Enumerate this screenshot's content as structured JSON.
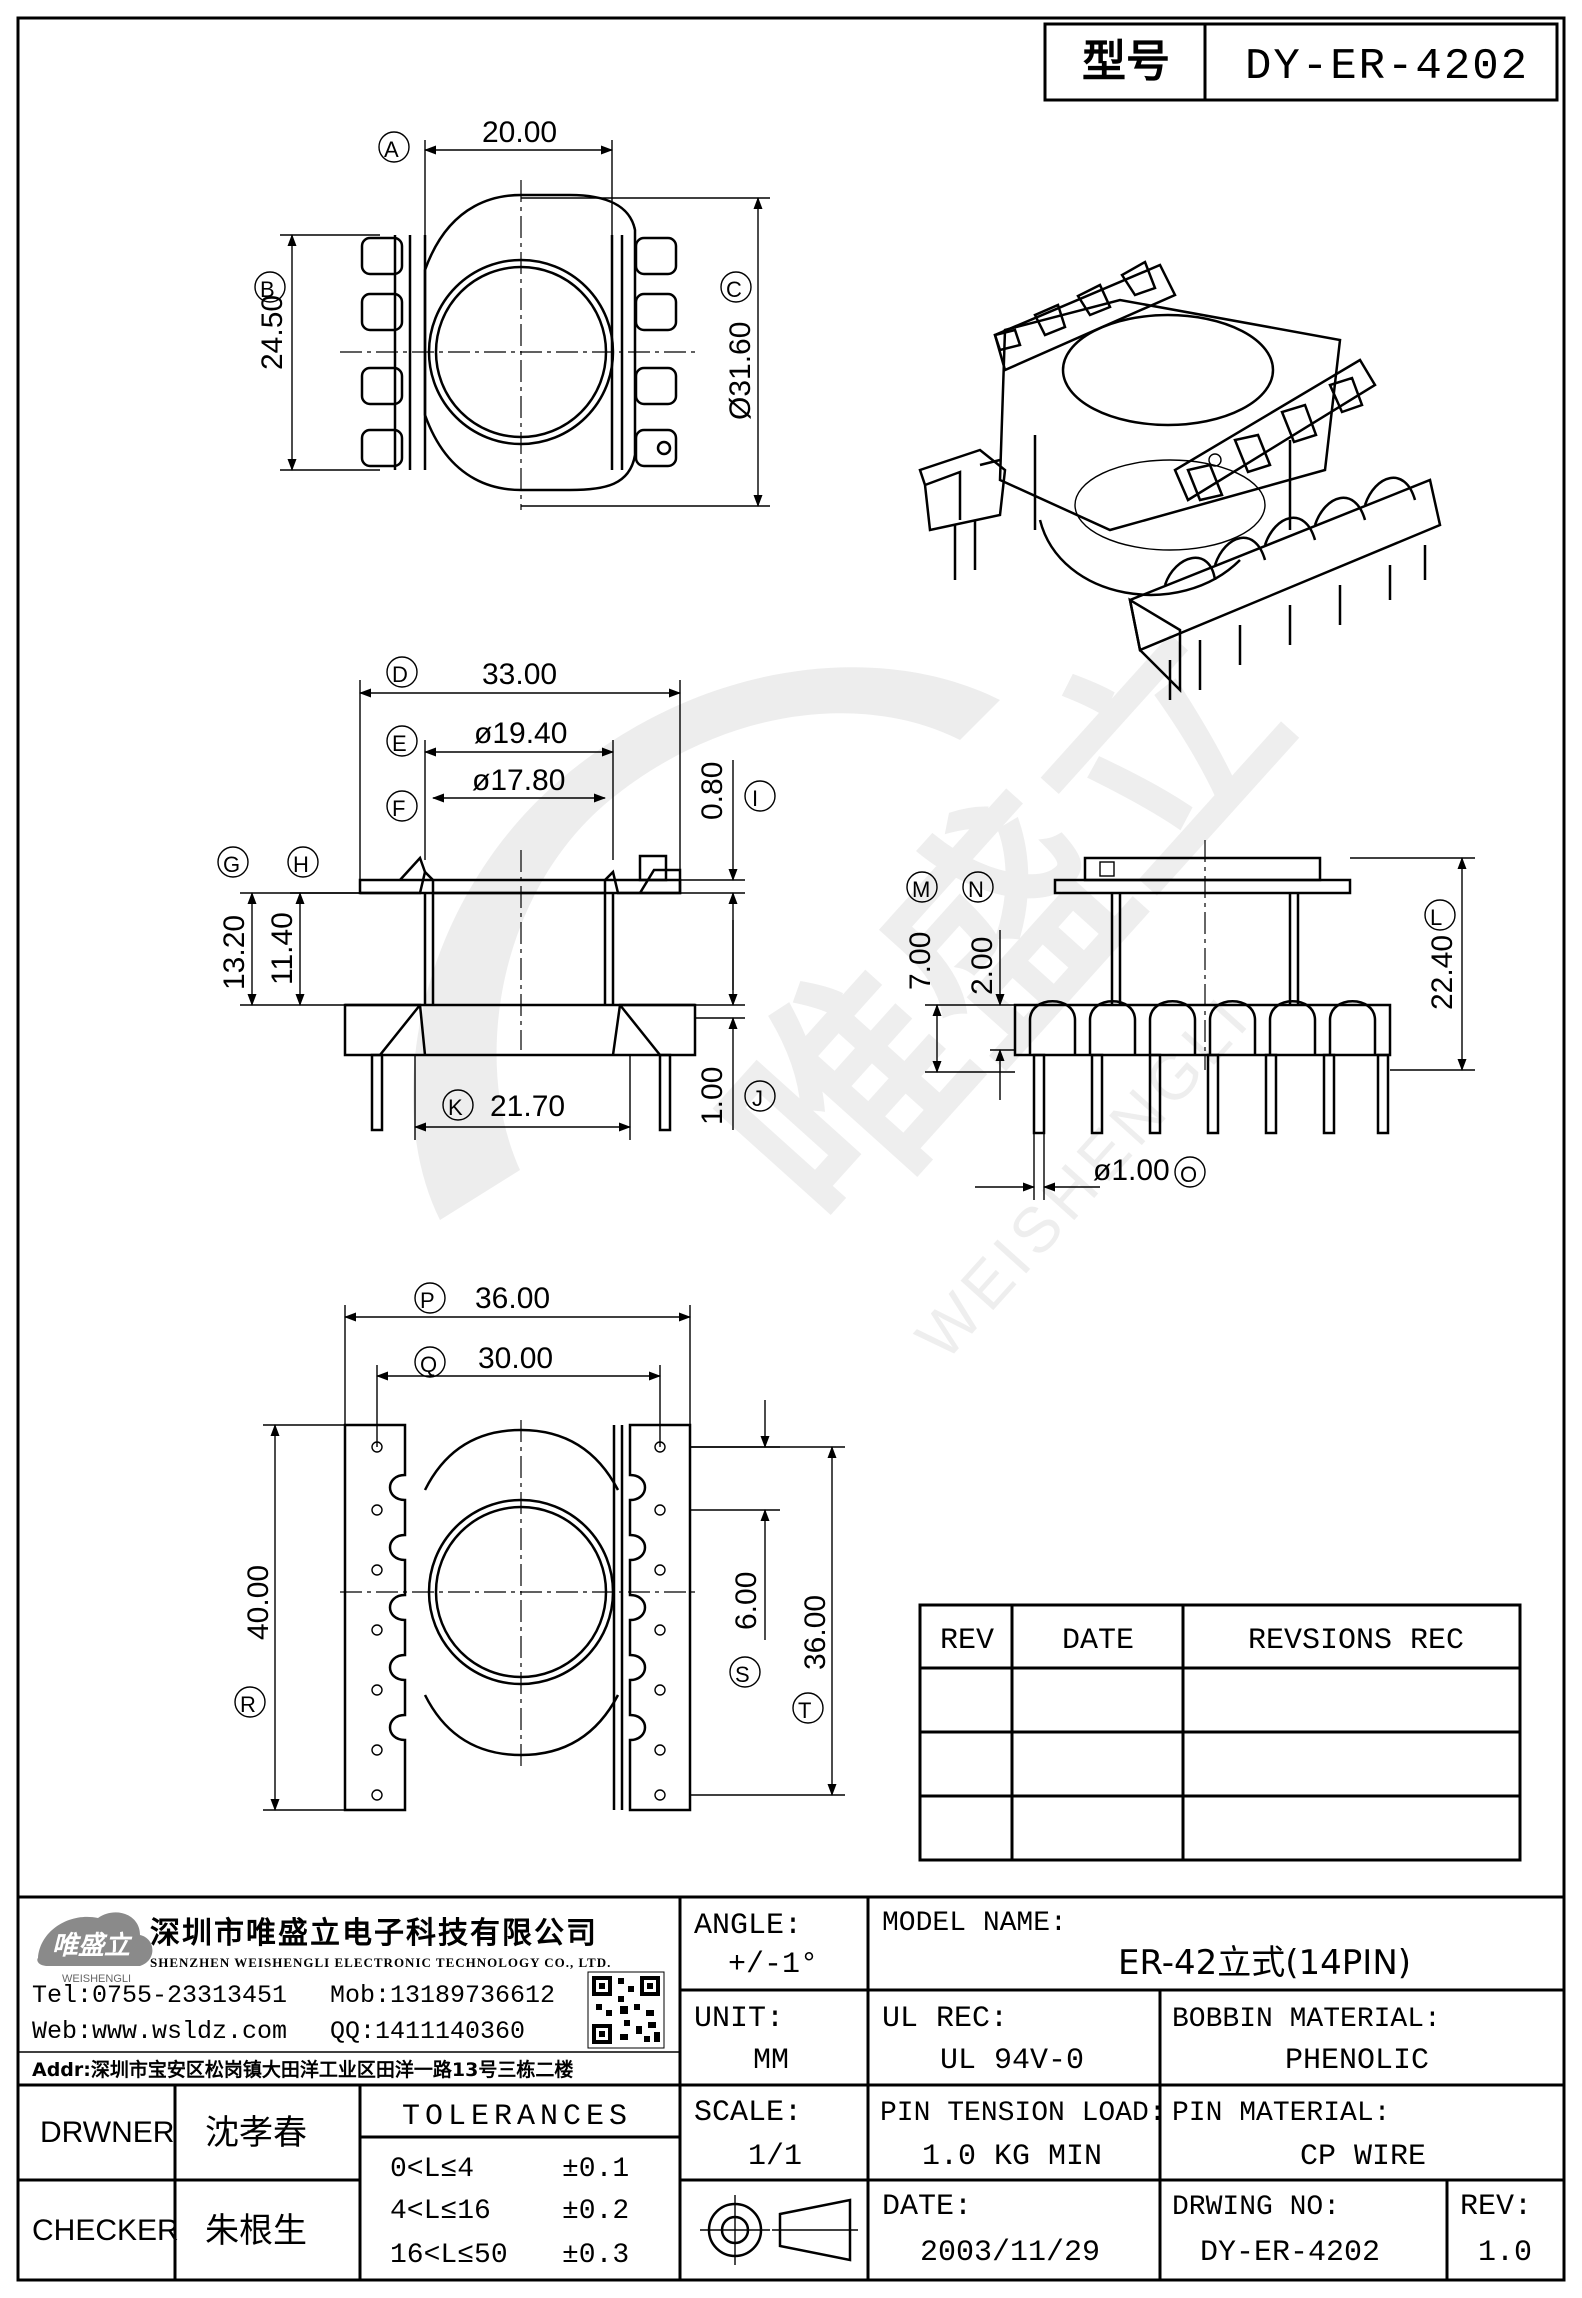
{
  "header": {
    "type_label": "型号",
    "model_code": "DY-ER-4202"
  },
  "dimensions": {
    "A": "20.00",
    "B": "24.50",
    "C": "Ø31.60",
    "D": "33.00",
    "E": "ø19.40",
    "F": "ø17.80",
    "G": "13.20",
    "H": "11.40",
    "I": "0.80",
    "J": "1.00",
    "K": "21.70",
    "L": "22.40",
    "M": "7.00",
    "N": "2.00",
    "O": "ø1.00",
    "P": "36.00",
    "Q": "30.00",
    "R": "40.00",
    "S": "6.00",
    "T": "36.00"
  },
  "dimension_letters": [
    "A",
    "B",
    "C",
    "D",
    "E",
    "F",
    "G",
    "H",
    "I",
    "J",
    "K",
    "L",
    "M",
    "N",
    "O",
    "P",
    "Q",
    "R",
    "S",
    "T"
  ],
  "watermark": {
    "cn": "唯盛立",
    "en": "WEISHENGLI"
  },
  "revisions": {
    "headers": [
      "REV",
      "DATE",
      "REVSIONS REC"
    ],
    "rows": [
      [
        "",
        "",
        ""
      ],
      [
        "",
        "",
        ""
      ],
      [
        "",
        "",
        ""
      ]
    ]
  },
  "company": {
    "logo_text": "唯盛立",
    "logo_sub": "WEISHENGLI",
    "name_cn": "深圳市唯盛立电子科技有限公司",
    "name_en": "SHENZHEN WEISHENGLI ELECTRONIC TECHNOLOGY CO., LTD.",
    "tel": "Tel:0755-23313451",
    "mob": "Mob:13189736612",
    "web": "Web:www.wsldz.com",
    "qq": "QQ:1411140360",
    "addr": "Addr:深圳市宝安区松岗镇大田洋工业区田洋一路13号三栋二楼"
  },
  "title_block": {
    "angle_label": "ANGLE:",
    "angle_value": "+/-1°",
    "model_name_label": "MODEL NAME:",
    "model_name_value": "ER-42立式(14PIN)",
    "unit_label": "UNIT:",
    "unit_value": "MM",
    "ul_rec_label": "UL REC:",
    "ul_rec_value": "UL 94V-0",
    "bobbin_material_label": "BOBBIN MATERIAL:",
    "bobbin_material_value": "PHENOLIC",
    "scale_label": "SCALE:",
    "scale_value": "1/1",
    "pin_tension_label": "PIN TENSION LOAD:",
    "pin_tension_value": "1.0 KG MIN",
    "pin_material_label": "PIN MATERIAL:",
    "pin_material_value": "CP WIRE",
    "date_label": "DATE:",
    "date_value": "2003/11/29",
    "drawing_no_label": "DRWING NO:",
    "drawing_no_value": "DY-ER-4202",
    "rev_label": "REV:",
    "rev_value": "1.0",
    "drawer_label": "DRWNER",
    "drawer_name": "沈孝春",
    "checker_label": "CHECKER",
    "checker_name": "朱根生",
    "tolerances_label": "TOLERANCES",
    "tolerances": [
      {
        "range": "0<L≤4",
        "value": "±0.1"
      },
      {
        "range": "4<L≤16",
        "value": "±0.2"
      },
      {
        "range": "16<L≤50",
        "value": "±0.3"
      }
    ]
  }
}
